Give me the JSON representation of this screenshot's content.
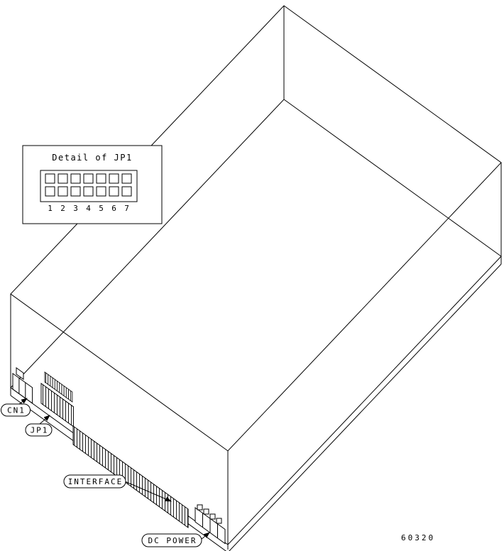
{
  "figure": {
    "number": "60320"
  },
  "detail": {
    "title": "Detail of JP1",
    "pins": [
      "1",
      "2",
      "3",
      "4",
      "5",
      "6",
      "7"
    ]
  },
  "labels": {
    "cn1": "CN1",
    "jp1": "JP1",
    "interface": "INTERFACE",
    "dc_power": "DC POWER"
  },
  "colors": {
    "line": "#000000",
    "background": "#ffffff"
  }
}
